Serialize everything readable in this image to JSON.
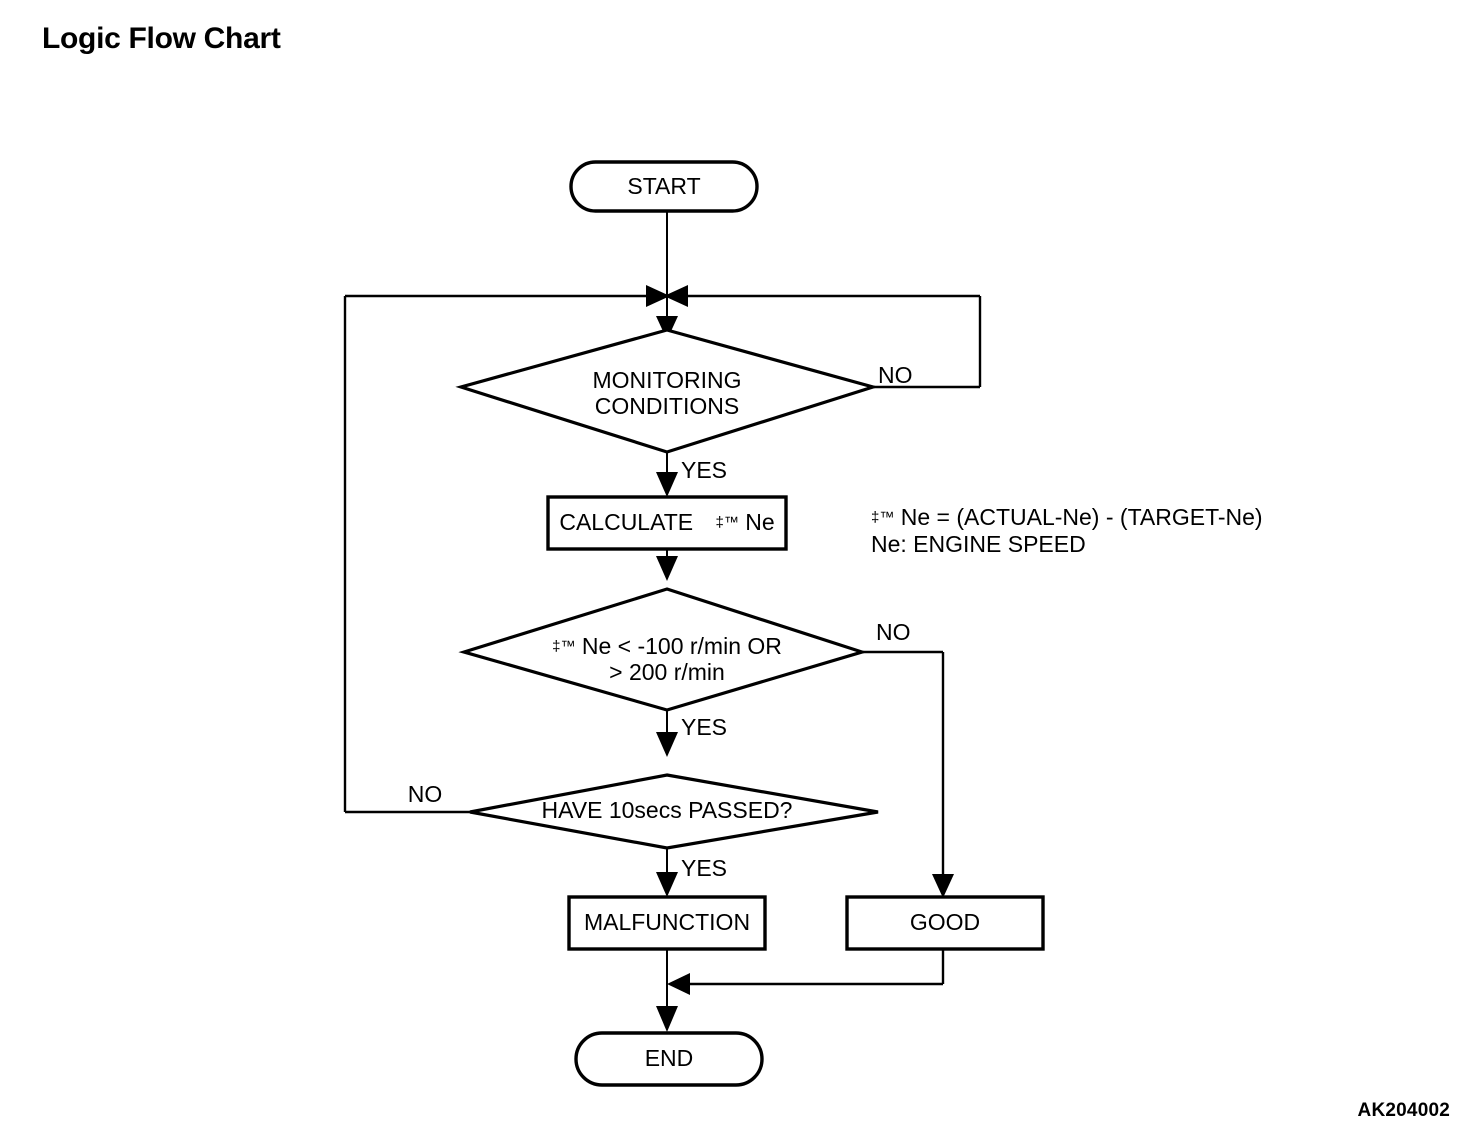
{
  "page": {
    "title": "Logic Flow Chart",
    "figure_id": "AK204002",
    "background_color": "#ffffff",
    "line_color": "#000000"
  },
  "chart_data": {
    "type": "diagram",
    "diagram_kind": "flowchart",
    "title": "Logic Flow Chart",
    "nodes": [
      {
        "id": "start",
        "shape": "terminator",
        "label": "START"
      },
      {
        "id": "monitoring",
        "shape": "decision",
        "label_line1": "MONITORING",
        "label_line2": "CONDITIONS"
      },
      {
        "id": "calculate",
        "shape": "process",
        "label_pre": "CALCULATE ",
        "label_delta": "‡™",
        "label_post": "Ne"
      },
      {
        "id": "threshold",
        "shape": "decision",
        "label_line1_delta": "‡™",
        "label_line1": "Ne < -100 r/min OR",
        "label_line2": "> 200 r/min"
      },
      {
        "id": "timer",
        "shape": "decision",
        "label": "HAVE 10secs PASSED?"
      },
      {
        "id": "malfunction",
        "shape": "process",
        "label": "MALFUNCTION"
      },
      {
        "id": "good",
        "shape": "process",
        "label": "GOOD"
      },
      {
        "id": "end",
        "shape": "terminator",
        "label": "END"
      }
    ],
    "edges": [
      {
        "from": "start",
        "to": "monitoring",
        "label": ""
      },
      {
        "from": "monitoring",
        "to": "monitoring",
        "label": "NO",
        "route": "right-loop-back-to-top"
      },
      {
        "from": "monitoring",
        "to": "calculate",
        "label": "YES"
      },
      {
        "from": "calculate",
        "to": "threshold",
        "label": ""
      },
      {
        "from": "threshold",
        "to": "good",
        "label": "NO",
        "route": "right-then-down"
      },
      {
        "from": "threshold",
        "to": "timer",
        "label": "YES"
      },
      {
        "from": "timer",
        "to": "monitoring",
        "label": "NO",
        "route": "left-loop-back-to-top"
      },
      {
        "from": "timer",
        "to": "malfunction",
        "label": "YES"
      },
      {
        "from": "malfunction",
        "to": "end",
        "label": ""
      },
      {
        "from": "good",
        "to": "end",
        "label": "",
        "route": "down-then-left-merge"
      }
    ],
    "legend": [
      "‡™Ne = (ACTUAL-Ne) - (TARGET-Ne)",
      "Ne: ENGINE SPEED"
    ]
  },
  "labels": {
    "start": "START",
    "monitoring_line1": "MONITORING",
    "monitoring_line2": "CONDITIONS",
    "calculate_prefix": "CALCULATE",
    "delta_symbol": "‡™",
    "calculate_var": "Ne",
    "threshold_line1_rest": "Ne < -100 r/min OR",
    "threshold_line2": "> 200 r/min",
    "timer": "HAVE 10secs PASSED?",
    "malfunction": "MALFUNCTION",
    "good": "GOOD",
    "end": "END",
    "yes": "YES",
    "no": "NO",
    "legend_line1_rest": "Ne = (ACTUAL-Ne) - (TARGET-Ne)",
    "legend_line2": "Ne: ENGINE SPEED"
  }
}
